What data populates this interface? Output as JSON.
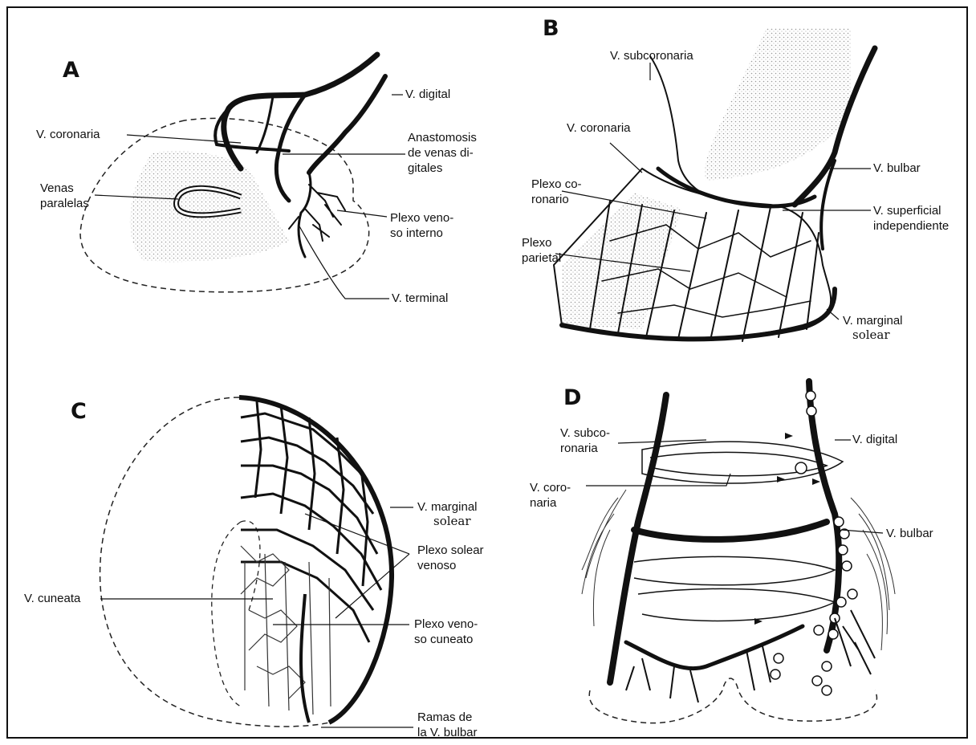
{
  "panels": {
    "A": {
      "letter": "A",
      "labels": {
        "v_digital": "V. digital",
        "v_coronaria": "V. coronaria",
        "anastomosis": "Anastomosis\nde venas di-\ngitales",
        "venas_paralelas": "Venas\nparalelas",
        "plexo_venoso_interno": "Plexo veno-\nso interno",
        "v_terminal": "V. terminal"
      }
    },
    "B": {
      "letter": "B",
      "labels": {
        "v_subcoronaria": "V. subcoronaria",
        "v_coronaria": "V. coronaria",
        "v_bulbar": "V. bulbar",
        "plexo_coronario": "Plexo co-\nronario",
        "v_superficial": "V. superficial\nindependiente",
        "plexo_parietal": "Plexo\nparietal",
        "v_marginal": "V. marginal",
        "solear": "solear"
      }
    },
    "C": {
      "letter": "C",
      "labels": {
        "v_marginal": "V. marginal",
        "solear": "solear",
        "plexo_solear": "Plexo solear\nvenoso",
        "v_cuneata": "V. cuneata",
        "plexo_cuneato": "Plexo veno-\nso cuneato",
        "ramas_bulbar": "Ramas de\nla V. bulbar"
      }
    },
    "D": {
      "letter": "D",
      "labels": {
        "v_subcoronaria": "V. subco-\nronaria",
        "v_digital": "V. digital",
        "v_coronaria": "V. coro-\nnaria",
        "v_bulbar": "V. bulbar"
      }
    }
  }
}
